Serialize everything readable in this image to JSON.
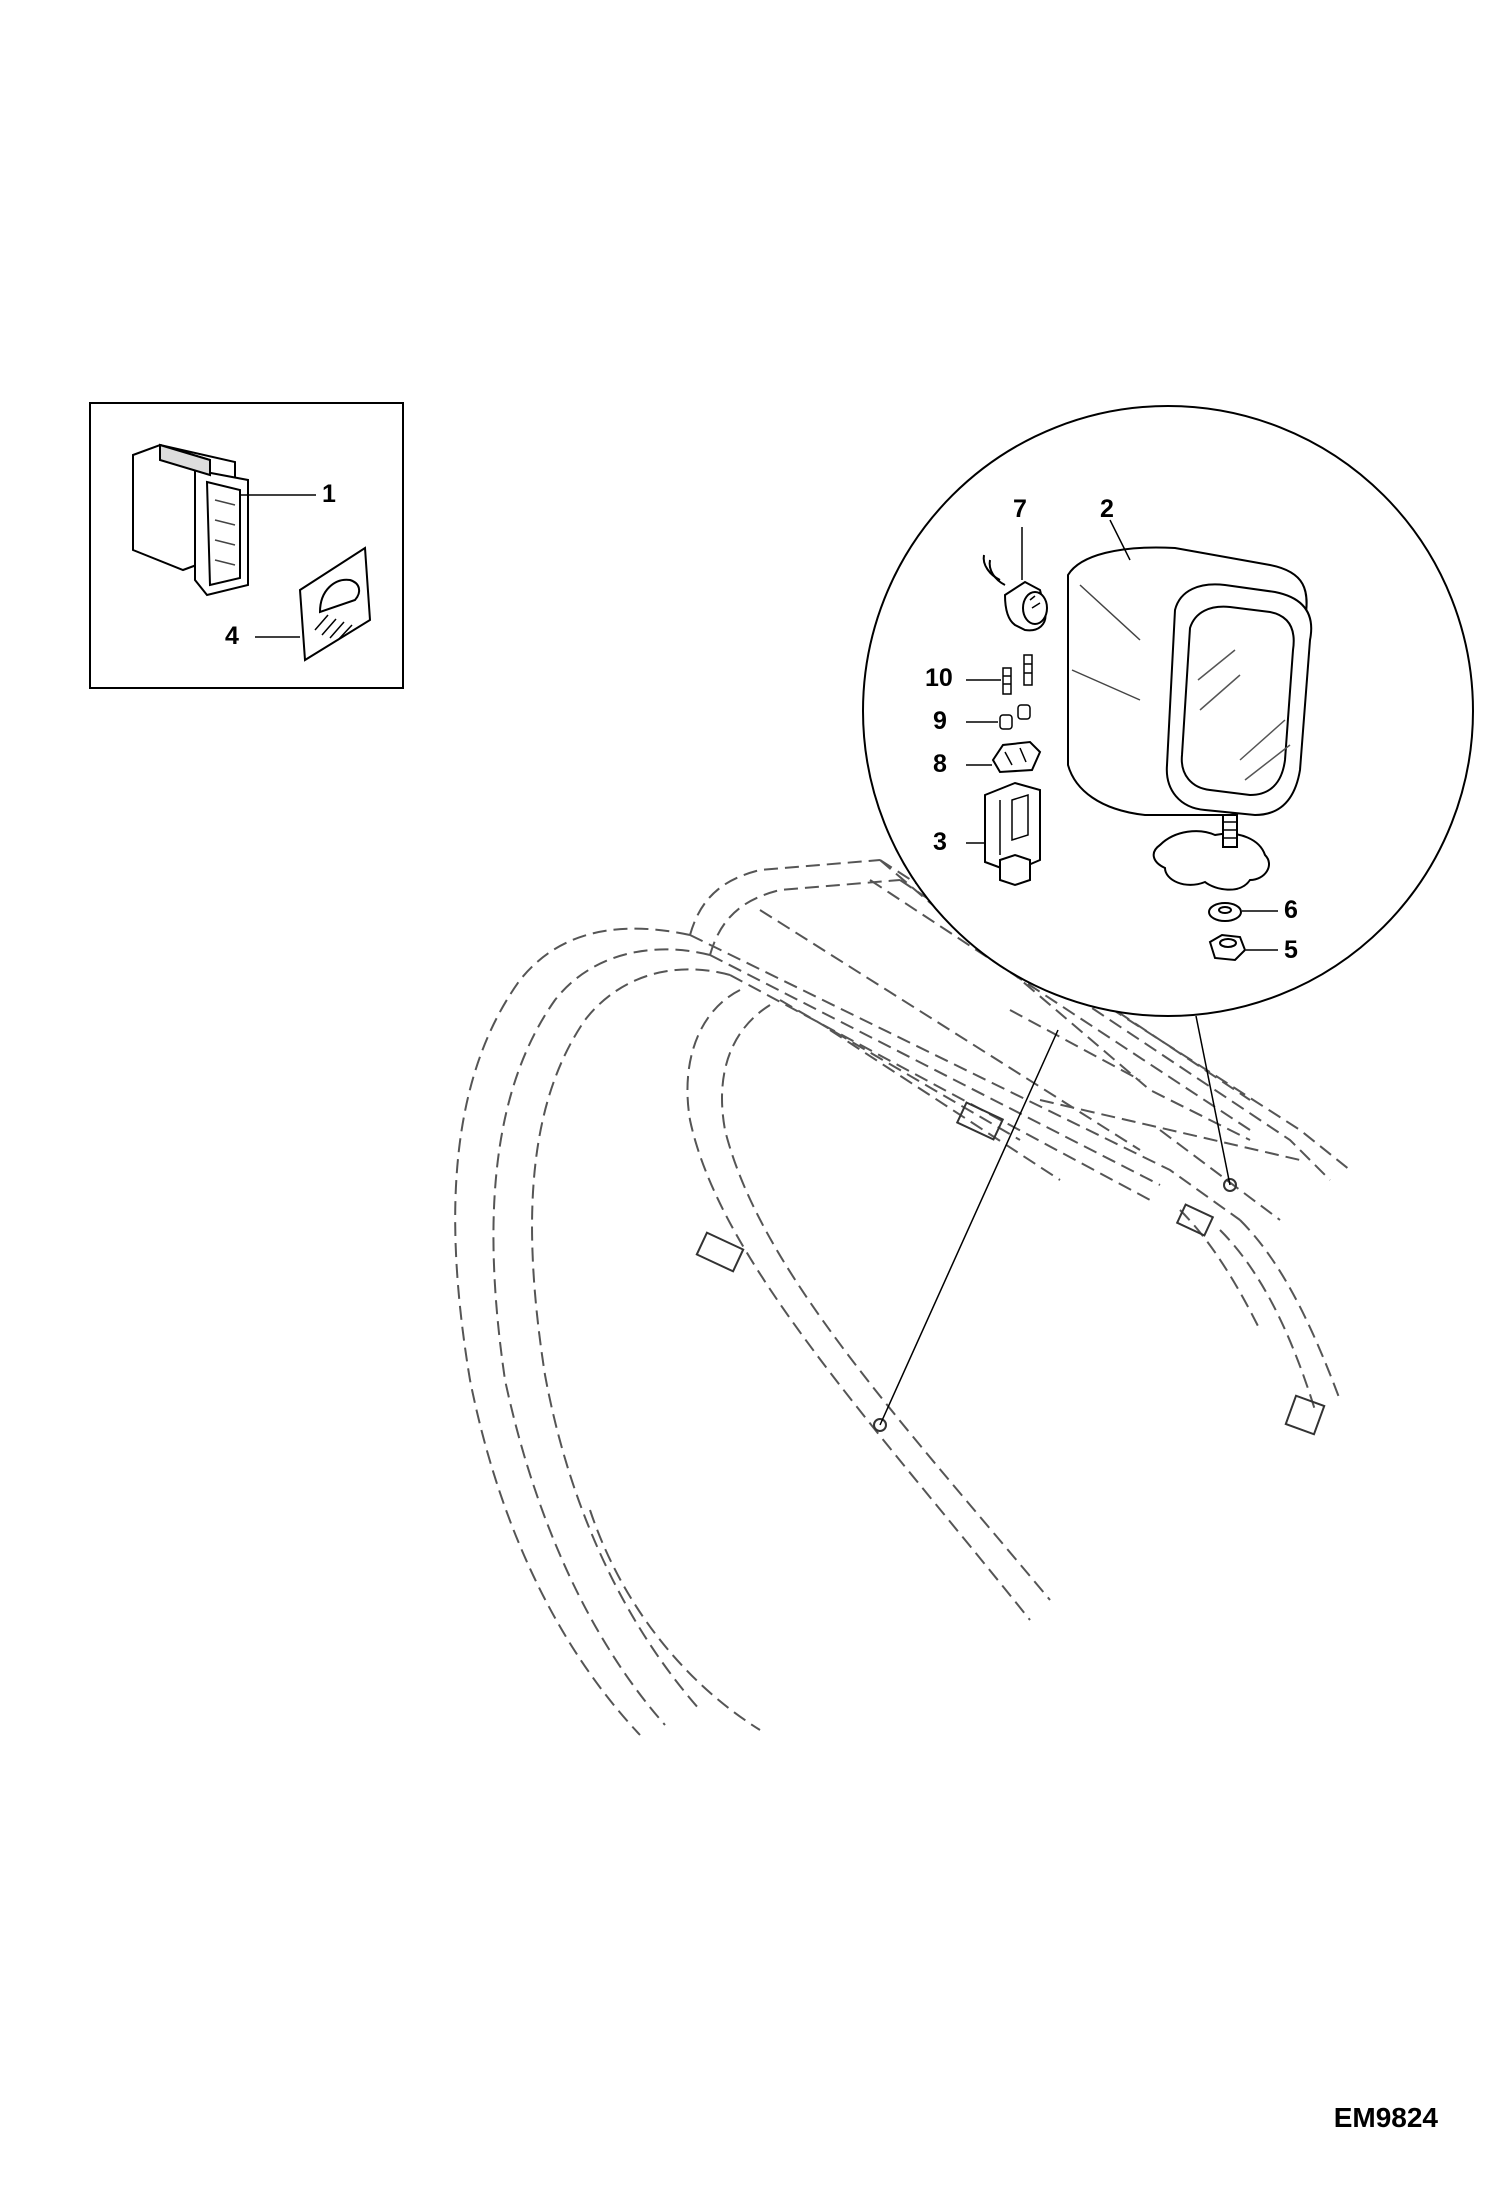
{
  "callouts": {
    "c1": "1",
    "c2": "2",
    "c3": "3",
    "c4": "4",
    "c5": "5",
    "c6": "6",
    "c7": "7",
    "c8": "8",
    "c9": "9",
    "c10": "10"
  },
  "drawing_id": "EM9824"
}
